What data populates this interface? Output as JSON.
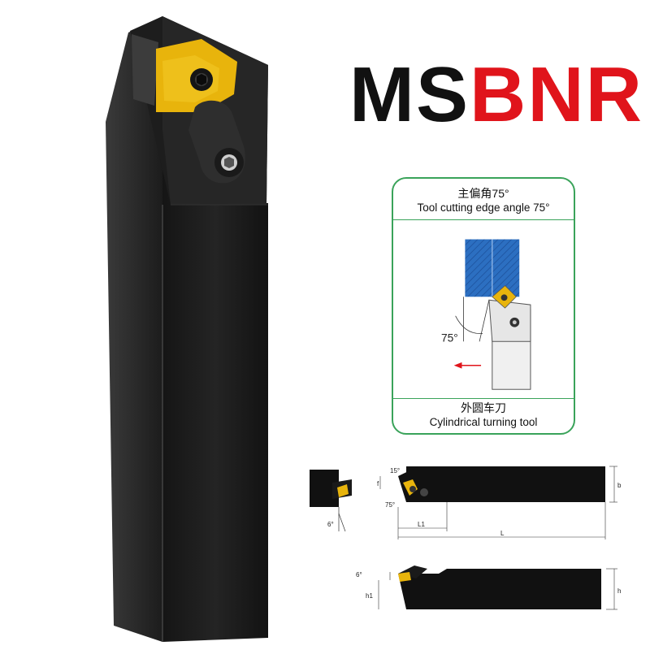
{
  "title": {
    "part1": "MS",
    "part2": "BNR"
  },
  "diagram": {
    "heading_cn": "主偏角75°",
    "heading_en": "Tool cutting edge angle 75°",
    "angle_label": "75°",
    "footer_cn": "外圆车刀",
    "footer_en": "Cylindrical turning tool"
  },
  "dimensions": {
    "angle_15": "15°",
    "angle_75": "75°",
    "angle_6_top": "6°",
    "angle_6_side": "6°",
    "f": "f",
    "L1": "L1",
    "L": "L",
    "b": "b",
    "h1": "h1",
    "h": "h"
  },
  "colors": {
    "red": "#e0141b",
    "insert_yellow": "#e8b40c",
    "frame_green": "#3aa35a",
    "workpiece_blue": "#2c6fc1"
  }
}
